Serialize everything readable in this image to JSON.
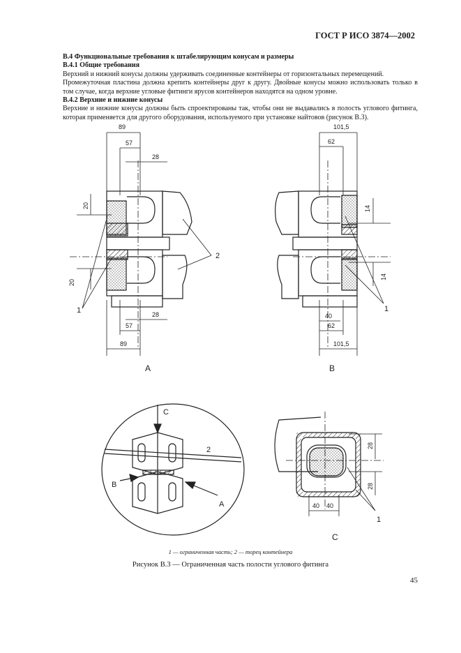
{
  "header": {
    "doc_id": "ГОСТ Р ИСО 3874—2002"
  },
  "body": {
    "h_b4": "В.4 Функциональные требования к штабелирующим конусам и размеры",
    "h_b41": "В.4.1 Общие требования",
    "p1": "Верхний и нижний конусы должны удерживать соединенные контейнеры от горизонтальных перемещений.",
    "p2": "Промежуточная пластина должна крепить контейнеры друг к другу. Двойные конусы можно использовать только в том случае, когда верхние угловые фитинги ярусов контейнеров находятся на одном уровне.",
    "h_b42": "В.4.2 Верхние и нижние конусы",
    "p3": "Верхние и нижние конусы должны быть спроектированы так, чтобы они не выдавались в полость углового фитинга, которая применяется для другого оборудования, используемого при установке найтовов (рисунок В.3)."
  },
  "figure": {
    "dims_a": {
      "d89": "89",
      "d57": "57",
      "d28": "28",
      "d20": "20"
    },
    "dims_b": {
      "d1015": "101,5",
      "d62": "62",
      "d14": "14",
      "d40": "40"
    },
    "dims_c": {
      "d28": "28",
      "d40": "40"
    },
    "labels": {
      "one": "1",
      "two": "2",
      "A": "A",
      "B": "B",
      "C": "C"
    },
    "legend_1": "1 — ограниченная часть;",
    "legend_2": "2 — торец контейнера",
    "caption": "Рисунок В.3 — Ограниченная часть полости углового фитинга"
  },
  "footer": {
    "page_number": "45"
  }
}
